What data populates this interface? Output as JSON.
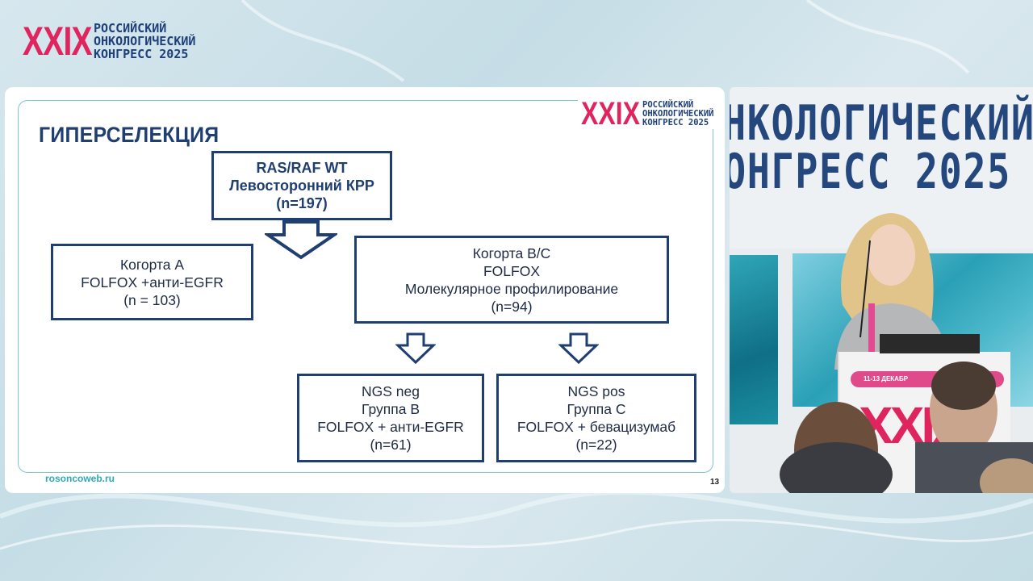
{
  "header": {
    "roman": "XXIX",
    "line1": "РОССИЙСКИЙ",
    "line2": "ОНКОЛОГИЧЕСКИЙ",
    "line3": "КОНГРЕСС 2025"
  },
  "slide": {
    "logo_roman": "XXIX",
    "logo_line1": "РОССИЙСКИЙ",
    "logo_line2": "ОНКОЛОГИЧЕСКИЙ",
    "logo_line3": "КОНГРЕСС 2025",
    "title": "ГИПЕРСЕЛЕКЦИЯ",
    "top_box": {
      "line1": "RAS/RAF WT",
      "line2": "Левосторонний КРР",
      "line3": "(n=197)"
    },
    "cohort_a": {
      "line1": "Когорта А",
      "line2": "FOLFOX +анти-EGFR",
      "line3": "(n = 103)"
    },
    "cohort_bc": {
      "line1": "Когорта В/С",
      "line2": "FOLFOX",
      "line3": "Молекулярное профилирование",
      "line4": "(n=94)"
    },
    "group_b": {
      "line1": "NGS neg",
      "line2": "Группа В",
      "line3": "FOLFOX + анти-EGFR",
      "line4": "(n=61)"
    },
    "group_c": {
      "line1": "NGS pos",
      "line2": "Группа С",
      "line3": "FOLFOX + бевацизумаб",
      "line4": "(n=22)"
    },
    "footer_url": "rosoncoweb.ru",
    "page_number": "13"
  },
  "camera": {
    "banner_line1": "НКОЛОГИЧЕСКИЙ",
    "banner_line2": "ОНГРЕСС 2025",
    "podium_date": "11-13 ДЕКАБР",
    "podium_roman": "XXIX"
  },
  "colors": {
    "brand_pink": "#e0245e",
    "brand_navy": "#1f3e72",
    "accent_teal": "#2fa8b8"
  }
}
